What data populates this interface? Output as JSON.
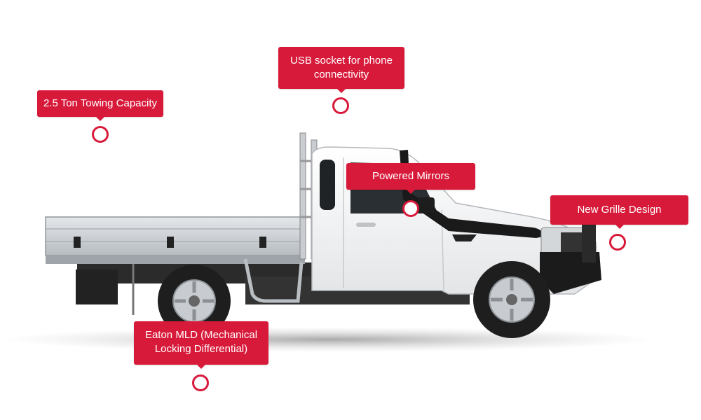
{
  "callouts": {
    "towing": {
      "label": "2.5 Ton Towing Capacity"
    },
    "usb": {
      "line1": "USB socket for phone",
      "line2": "connectivity"
    },
    "mirrors": {
      "label": "Powered Mirrors"
    },
    "grille": {
      "label": "New Grille Design"
    },
    "eaton": {
      "line1": "Eaton MLD (Mechanical",
      "line2": "Locking Differential)"
    }
  },
  "colors": {
    "callout_bg": "#d81a3a",
    "callout_text": "#ffffff",
    "truck_body": "#ffffff",
    "tray": "#c9cdd1",
    "tyre": "#1e1e1e"
  },
  "icons": {
    "hotspot": "ring-hotspot-icon"
  }
}
